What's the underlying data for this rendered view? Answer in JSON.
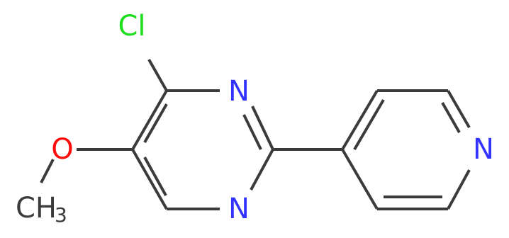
{
  "molecule": {
    "colors": {
      "bond": "#3b3b3b",
      "carbon_text": "#3b3b3b",
      "nitrogen": "#3333ff",
      "oxygen": "#ff0d0d",
      "chlorine": "#1fdd1f"
    },
    "labels": {
      "chlorine": "Cl",
      "nitrogen_ring_top": "N",
      "nitrogen_ring_bottom": "N",
      "nitrogen_pyridine": "N",
      "oxygen": "O",
      "methyl_main": "CH",
      "methyl_sub": "3"
    }
  }
}
